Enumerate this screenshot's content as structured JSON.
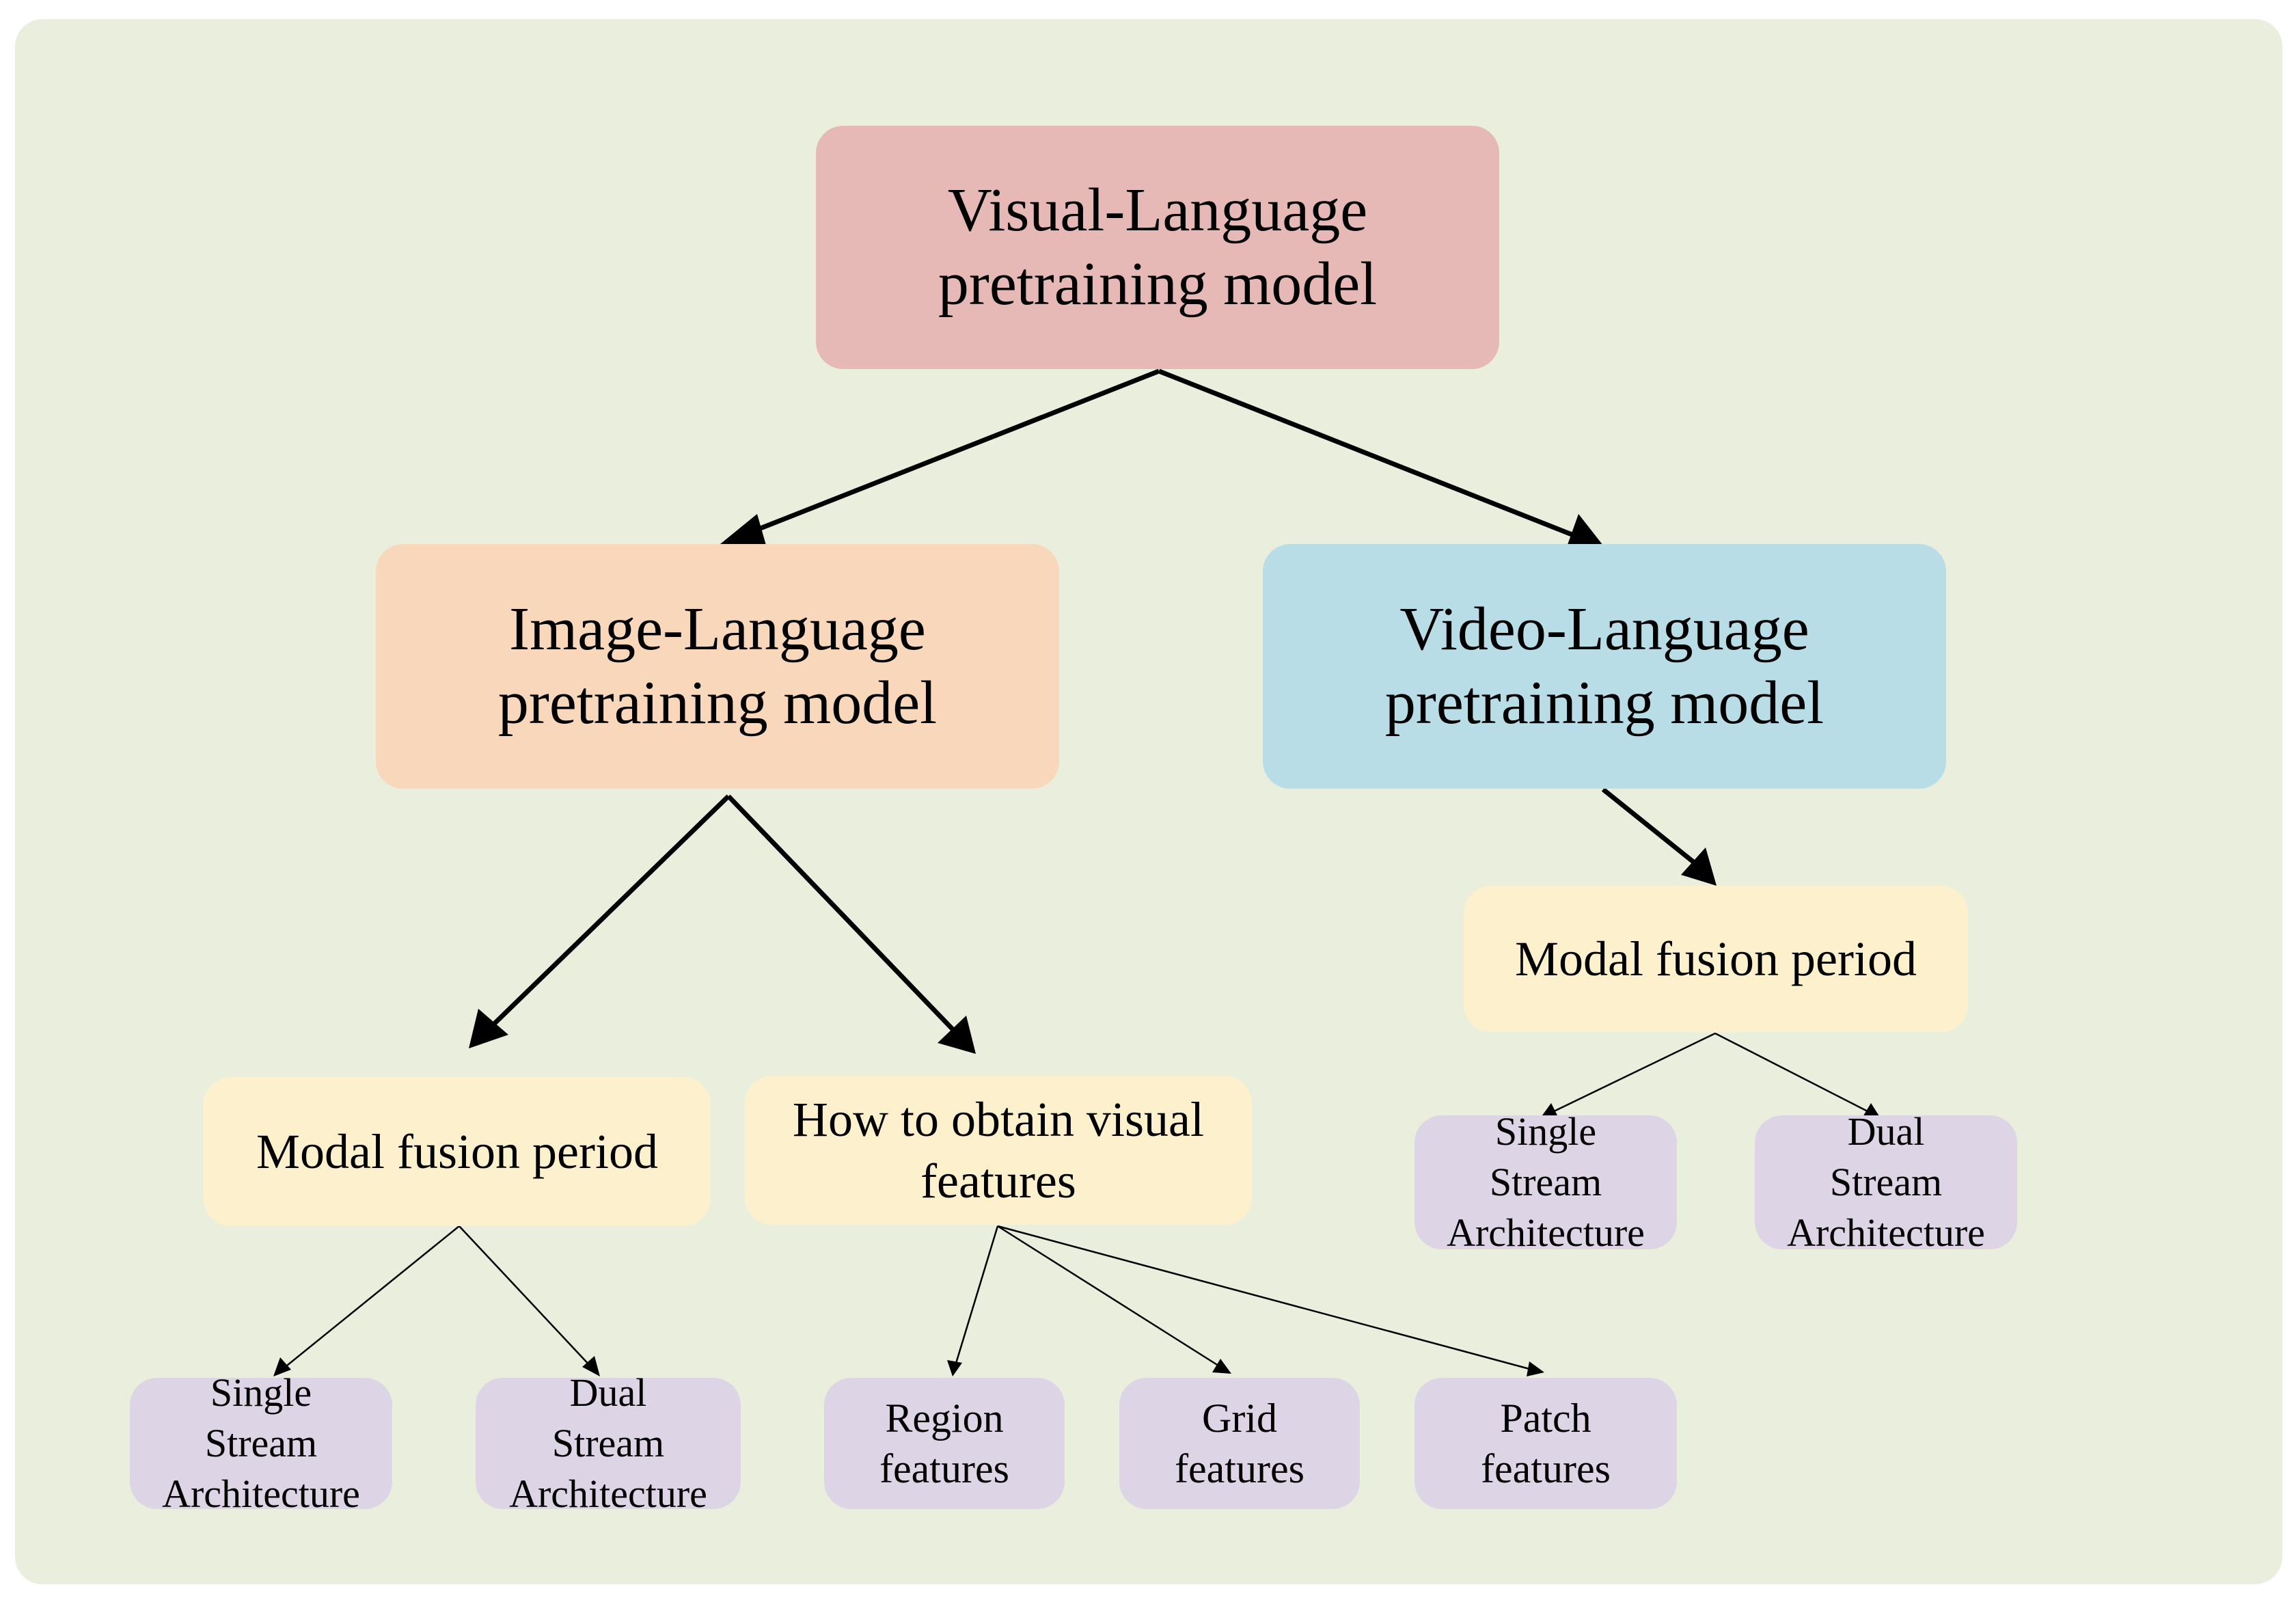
{
  "colors": {
    "panel": "#e9efdc",
    "root": "#e6b8b6",
    "image": "#f8d7bb",
    "video": "#b8dde6",
    "fusion": "#fdf0cc",
    "leaf": "#ddd5e6",
    "edge": "#000000"
  },
  "nodes": {
    "root": "Visual-Language\npretraining model",
    "image": "Image-Language\npretraining model",
    "video": "Video-Language\npretraining model",
    "image_fusion": "Modal fusion period",
    "image_visual": "How to obtain visual\nfeatures",
    "video_fusion": "Modal fusion period",
    "img_single": "Single\nStream\nArchitecture",
    "img_dual": "Dual\nStream\nArchitecture",
    "region": "Region\nfeatures",
    "grid": "Grid\nfeatures",
    "patch": "Patch\nfeatures",
    "vid_single": "Single\nStream\nArchitecture",
    "vid_dual": "Dual\nStream\nArchitecture"
  }
}
